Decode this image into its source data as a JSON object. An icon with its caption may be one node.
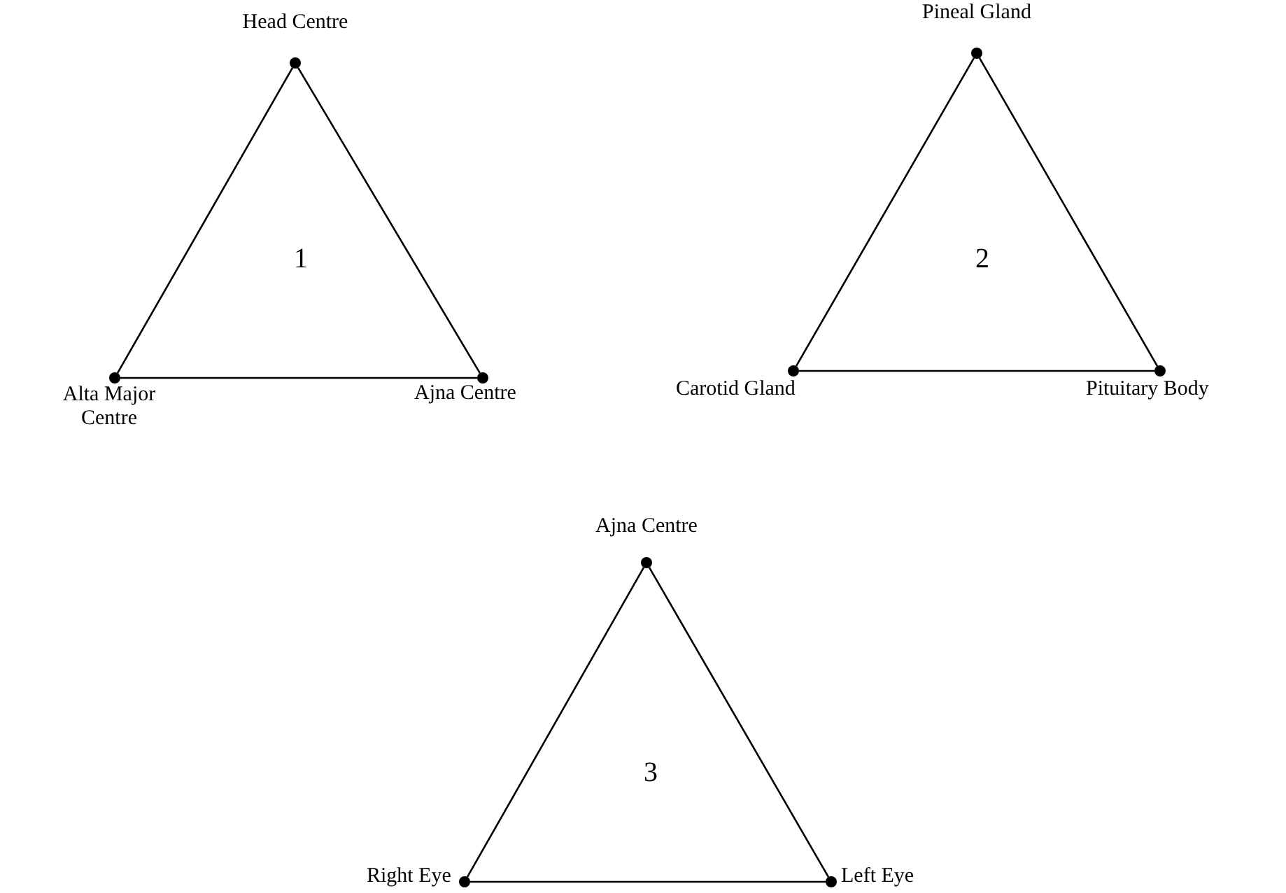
{
  "diagram": {
    "nodes": [
      {
        "text": [
          "Head Centre"
        ]
      },
      {
        "text": [
          "Alta Major Centre"
        ]
      },
      {
        "text": [
          "Ajna Centre"
        ]
      },
      {
        "text": [
          "Pineal Gland"
        ]
      },
      {
        "text": [
          "Carotid Gland"
        ]
      },
      {
        "text": [
          "Pituitary Body"
        ]
      },
      {
        "text": [
          "Ajna Centre"
        ]
      },
      {
        "text": [
          "Right Eye"
        ]
      },
      {
        "text": [
          "Left Eye"
        ]
      }
    ],
    "edges": [
      {
        "from": 0,
        "to": 1,
        "arrow": "none"
      },
      {
        "from": 0,
        "to": 2,
        "arrow": "none"
      },
      {
        "from": 1,
        "to": 2,
        "arrow": "none"
      },
      {
        "from": 3,
        "to": 4,
        "arrow": "none"
      },
      {
        "from": 3,
        "to": 5,
        "arrow": "none"
      },
      {
        "from": 4,
        "to": 5,
        "arrow": "none"
      },
      {
        "from": 6,
        "to": 7,
        "arrow": "none"
      },
      {
        "from": 6,
        "to": 8,
        "arrow": "none"
      },
      {
        "from": 7,
        "to": 8,
        "arrow": "none"
      }
    ],
    "labels": [
      "1",
      "2",
      "3"
    ]
  }
}
